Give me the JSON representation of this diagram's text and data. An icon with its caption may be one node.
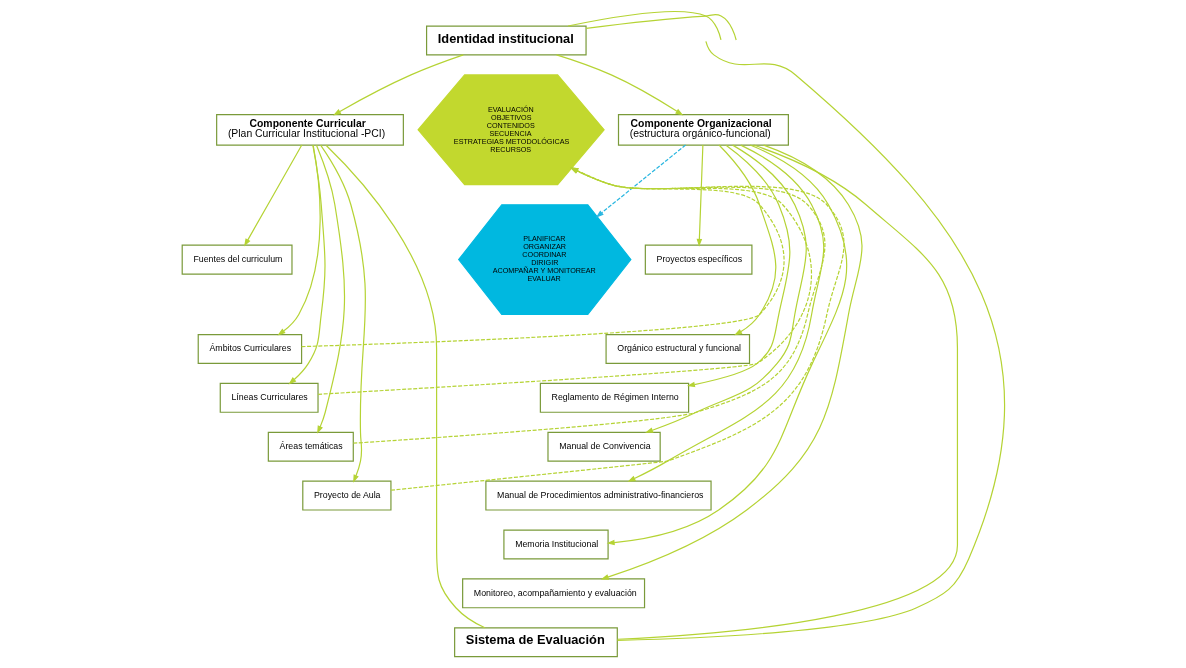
{
  "diagram": {
    "nodes": [
      {
        "text": [
          "Identidad institucional"
        ]
      },
      {
        "text": [
          "Componente Curricular",
          "(Plan Curricular Institucional -PCI)"
        ]
      },
      {
        "text": [
          "Componente Organizacional",
          "(estructura orgánico-funcional)"
        ]
      },
      {
        "text": [
          "EVALUACIÓN",
          "OBJETIVOS",
          "CONTENIDOS",
          "SECUENCIA",
          "ESTRATEGIAS METODOLÓGICAS",
          "RECURSOS"
        ]
      },
      {
        "text": [
          "Fuentes del curriculum"
        ]
      },
      {
        "text": [
          "Ámbitos Curriculares"
        ]
      },
      {
        "text": [
          "Líneas Curriculares"
        ]
      },
      {
        "text": [
          "Áreas temáticas"
        ]
      },
      {
        "text": [
          "Proyecto de Aula"
        ]
      },
      {
        "text": [
          "PLANIFICAR",
          "ORGANIZAR",
          "COORDINAR",
          "DIRIGIR",
          "ACOMPAÑAR Y MONITOREAR",
          "EVALUAR"
        ]
      },
      {
        "text": [
          "Proyectos específicos"
        ]
      },
      {
        "text": [
          "Orgánico estructural y funcional"
        ]
      },
      {
        "text": [
          "Reglamento de Régimen Interno"
        ]
      },
      {
        "text": [
          "Manual de Convivencia"
        ]
      },
      {
        "text": [
          "Manual de Procedimientos administrativo-financieros"
        ]
      },
      {
        "text": [
          "Memoria Institucional"
        ]
      },
      {
        "text": [
          "Monitoreo, acompañamiento y evaluación"
        ]
      },
      {
        "text": [
          "Sistema de Evaluación"
        ]
      }
    ],
    "edges": [
      {
        "from": 0,
        "to": 1,
        "arrow": "to"
      },
      {
        "from": 0,
        "to": 2,
        "arrow": "to"
      },
      {
        "from": 0,
        "to": null,
        "arrow": "none"
      },
      {
        "from": 0,
        "to": null,
        "arrow": "none"
      },
      {
        "from": 1,
        "to": 4,
        "arrow": "to"
      },
      {
        "from": 1,
        "to": 5,
        "arrow": "to"
      },
      {
        "from": 1,
        "to": 6,
        "arrow": "to"
      },
      {
        "from": 1,
        "to": 7,
        "arrow": "to"
      },
      {
        "from": 1,
        "to": 8,
        "arrow": "to"
      },
      {
        "from": 5,
        "to": 3,
        "arrow": "to",
        "style": "dashed"
      },
      {
        "from": 6,
        "to": 3,
        "arrow": "to",
        "style": "dashed"
      },
      {
        "from": 7,
        "to": 3,
        "arrow": "to",
        "style": "dashed"
      },
      {
        "from": 8,
        "to": 3,
        "arrow": "to",
        "style": "dashed"
      },
      {
        "from": 2,
        "to": 9,
        "arrow": "to",
        "style": "dashed",
        "color": "#29b6e0"
      },
      {
        "from": 2,
        "to": 10,
        "arrow": "to"
      },
      {
        "from": 2,
        "to": 11,
        "arrow": "to"
      },
      {
        "from": 2,
        "to": 12,
        "arrow": "to"
      },
      {
        "from": 2,
        "to": 13,
        "arrow": "to"
      },
      {
        "from": 2,
        "to": 14,
        "arrow": "to"
      },
      {
        "from": 2,
        "to": 15,
        "arrow": "to"
      },
      {
        "from": 2,
        "to": 16,
        "arrow": "to"
      },
      {
        "from": 1,
        "to": 17,
        "arrow": "none"
      },
      {
        "from": 2,
        "to": 17,
        "arrow": "none"
      },
      {
        "from": 17,
        "to": null,
        "arrow": "none"
      }
    ]
  }
}
